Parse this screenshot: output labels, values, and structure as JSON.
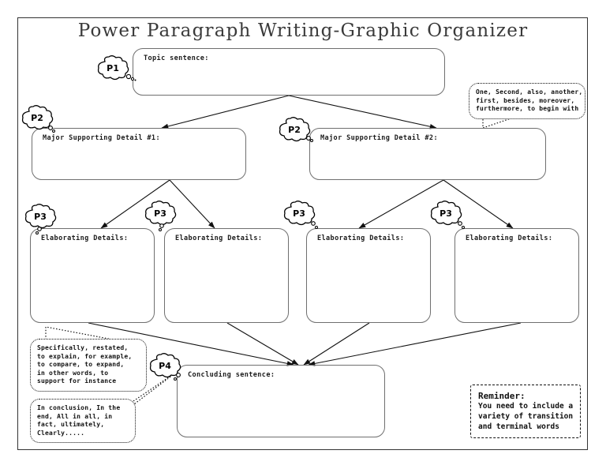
{
  "page": {
    "title": "Power Paragraph Writing-Graphic Organizer"
  },
  "boxes": {
    "topic": {
      "label": "Topic sentence:"
    },
    "major1": {
      "label": "Major Supporting Detail #1:"
    },
    "major2": {
      "label": "Major Supporting Detail #2:"
    },
    "elab1": {
      "label": "Elaborating Details:"
    },
    "elab2": {
      "label": "Elaborating Details:"
    },
    "elab3": {
      "label": "Elaborating Details:"
    },
    "elab4": {
      "label": "Elaborating Details:"
    },
    "conclusion": {
      "label": "Concluding sentence:"
    }
  },
  "clouds": {
    "p1": "P1",
    "p2a": "P2",
    "p2b": "P2",
    "p3a": "P3",
    "p3b": "P3",
    "p3c": "P3",
    "p3d": "P3",
    "p4": "P4"
  },
  "callouts": {
    "transitions": {
      "lines": [
        "One, Second, also, another,",
        "first, besides, moreover,",
        "furthermore, to begin with"
      ]
    },
    "elaboration": {
      "lines": [
        "Specifically, restated,",
        "to explain, for example,",
        "to compare, to expand,",
        "in other words, to",
        "support for instance"
      ]
    },
    "conclusion": {
      "lines": [
        "In conclusion, In the",
        "end, All in all, in",
        "fact, ultimately,",
        "Clearly....."
      ]
    }
  },
  "reminder": {
    "title": "Reminder:",
    "lines": [
      "You need to include a",
      "variety of transition",
      "and terminal words"
    ]
  },
  "colors": {
    "frame": "#333333",
    "box_border": "#6f6f6f",
    "ink": "#111111",
    "title": "#3a3a3a"
  }
}
